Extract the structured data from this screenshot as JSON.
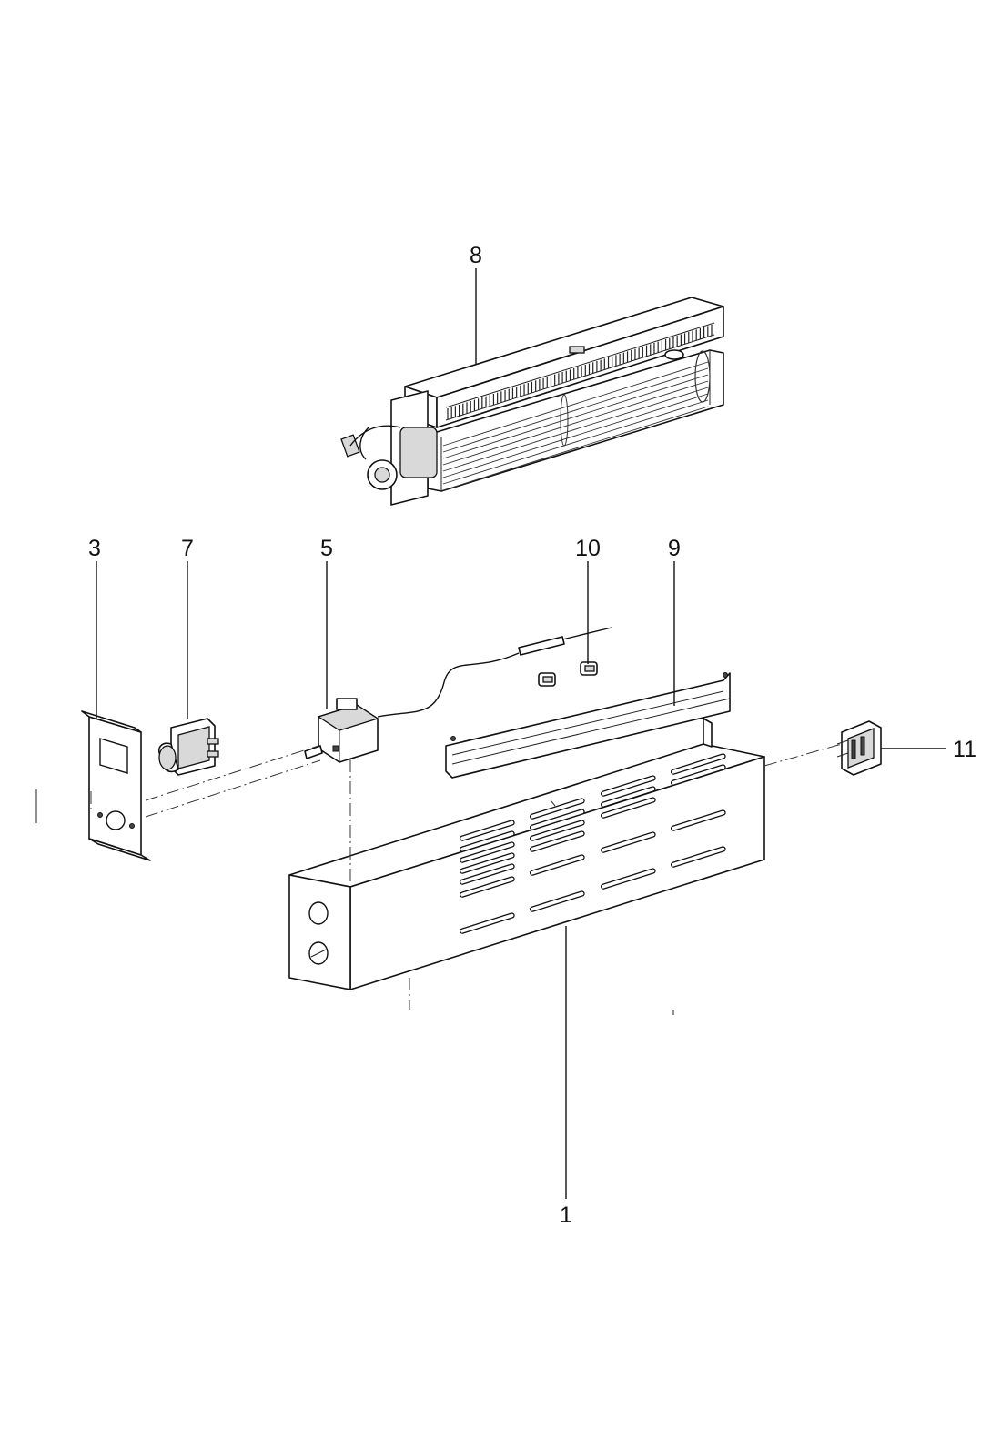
{
  "diagram": {
    "callouts": [
      {
        "id": "8",
        "label": "8"
      },
      {
        "id": "3",
        "label": "3"
      },
      {
        "id": "7",
        "label": "7"
      },
      {
        "id": "5",
        "label": "5"
      },
      {
        "id": "10",
        "label": "10"
      },
      {
        "id": "9",
        "label": "9"
      },
      {
        "id": "11",
        "label": "11"
      },
      {
        "id": "1",
        "label": "1"
      }
    ]
  }
}
